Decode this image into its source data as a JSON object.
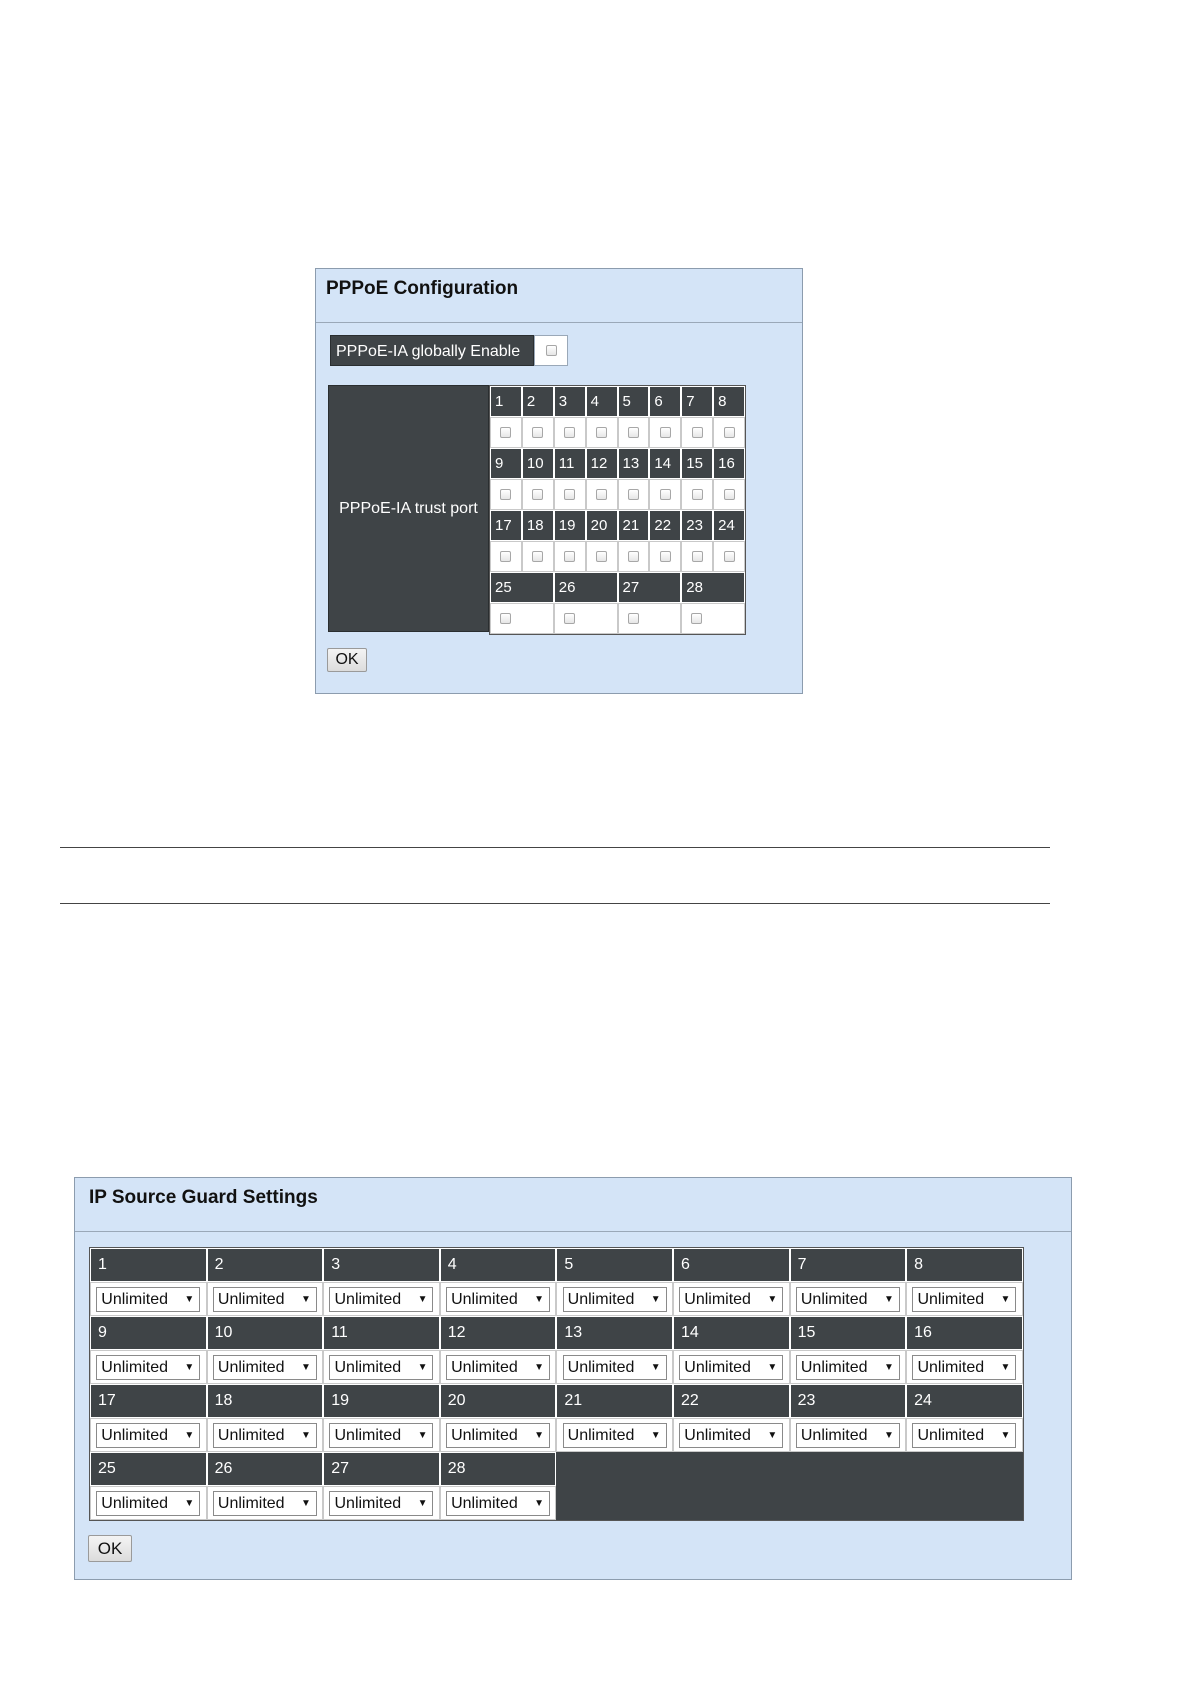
{
  "pppoe": {
    "title": "PPPoE Configuration",
    "global_label": "PPPoE-IA globally Enable",
    "trust_port_label": "PPPoE-IA trust port",
    "port_rows": [
      [
        "1",
        "2",
        "3",
        "4",
        "5",
        "6",
        "7",
        "8"
      ],
      [
        "9",
        "10",
        "11",
        "12",
        "13",
        "14",
        "15",
        "16"
      ],
      [
        "17",
        "18",
        "19",
        "20",
        "21",
        "22",
        "23",
        "24"
      ],
      [
        "25",
        "26",
        "27",
        "28"
      ]
    ],
    "ok_label": "OK"
  },
  "ipsg": {
    "title": "IP Source Guard Settings",
    "port_rows": [
      [
        "1",
        "2",
        "3",
        "4",
        "5",
        "6",
        "7",
        "8"
      ],
      [
        "9",
        "10",
        "11",
        "12",
        "13",
        "14",
        "15",
        "16"
      ],
      [
        "17",
        "18",
        "19",
        "20",
        "21",
        "22",
        "23",
        "24"
      ],
      [
        "25",
        "26",
        "27",
        "28"
      ]
    ],
    "select_value": "Unlimited",
    "ok_label": "OK"
  }
}
